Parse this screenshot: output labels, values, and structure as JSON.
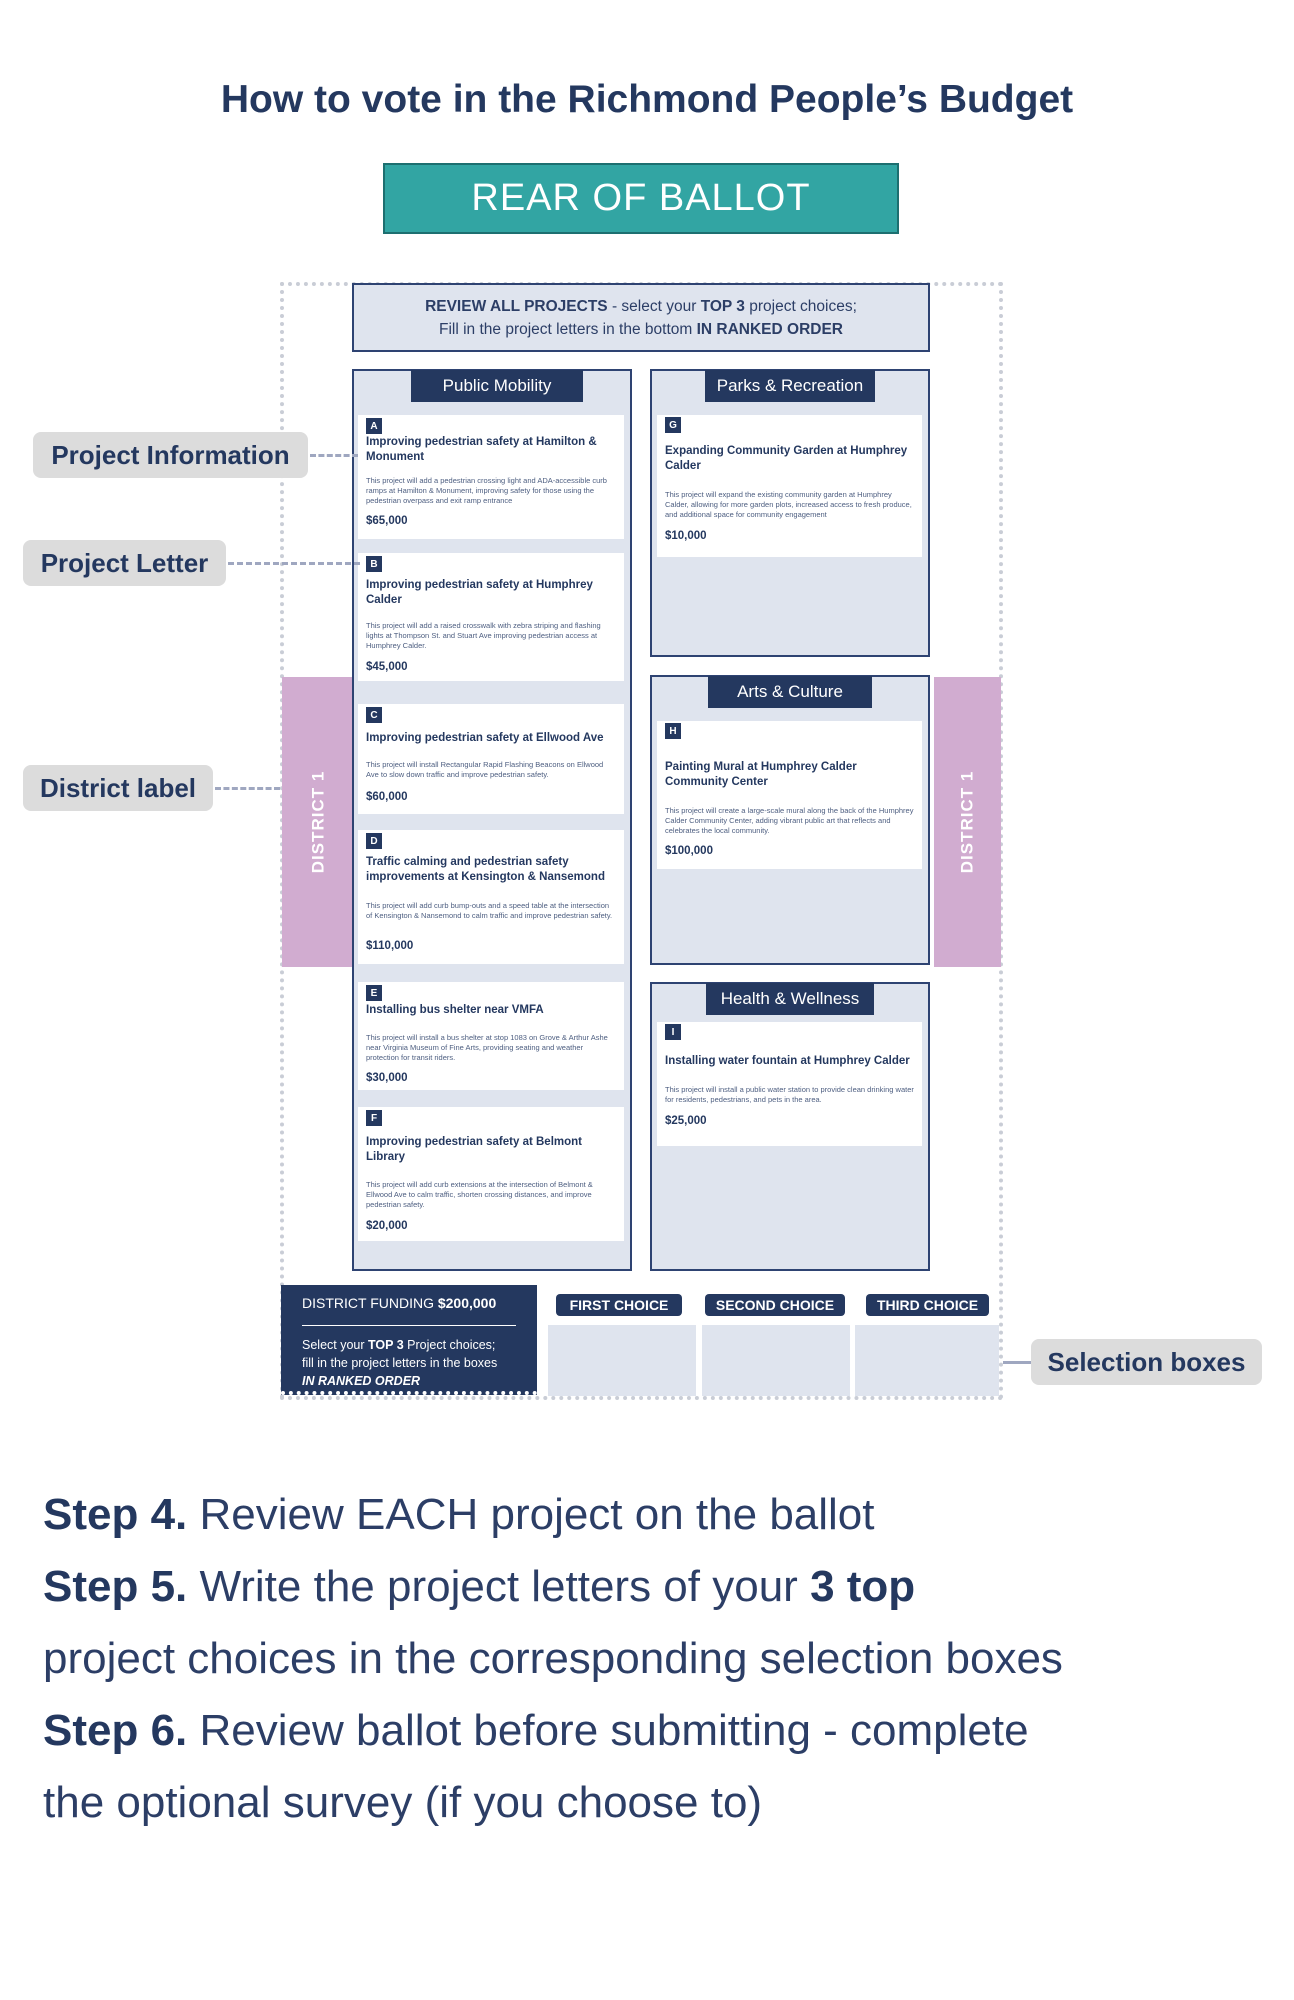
{
  "title": "How to vote in the Richmond People’s Budget",
  "banner": "REAR OF BALLOT",
  "instructions": {
    "line1_bold1": "REVIEW ALL PROJECTS",
    "line1_text": " - select your ",
    "line1_bold2": "TOP 3",
    "line1_text2": " project choices;",
    "line2_text": "Fill in the project letters in the bottom ",
    "line2_bold": "IN RANKED ORDER"
  },
  "district_label": "DISTRICT 1",
  "categories": {
    "public_mobility": "Public Mobility",
    "parks": "Parks & Recreation",
    "arts": "Arts & Culture",
    "health": "Health & Wellness"
  },
  "projects": {
    "A": {
      "letter": "A",
      "title": "Improving pedestrian safety at Hamilton & Monument",
      "desc": "This project will add a pedestrian crossing light and ADA-accessible curb ramps at Hamilton & Monument, improving safety for those using the pedestrian overpass and exit ramp entrance",
      "cost": "$65,000"
    },
    "B": {
      "letter": "B",
      "title": "Improving pedestrian safety at Humphrey Calder",
      "desc": "This project will add a raised crosswalk with zebra striping and flashing lights at Thompson St. and Stuart Ave improving pedestrian access at Humphrey Calder.",
      "cost": "$45,000"
    },
    "C": {
      "letter": "C",
      "title": "Improving pedestrian safety at Ellwood Ave",
      "desc": "This project will install Rectangular Rapid Flashing Beacons on Ellwood Ave to slow down traffic and improve pedestrian safety.",
      "cost": "$60,000"
    },
    "D": {
      "letter": "D",
      "title": "Traffic calming and pedestrian safety improvements at Kensington & Nansemond",
      "desc": "This project will add curb bump-outs and a speed table at the intersection of Kensington & Nansemond to calm traffic and improve pedestrian safety.",
      "cost": "$110,000"
    },
    "E": {
      "letter": "E",
      "title": "Installing bus shelter near VMFA",
      "desc": "This project will install a bus shelter at stop 1083 on Grove & Arthur Ashe near Virginia Museum of Fine Arts, providing seating and weather protection for transit riders.",
      "cost": "$30,000"
    },
    "F": {
      "letter": "F",
      "title": "Improving pedestrian safety at Belmont Library",
      "desc": "This project will add curb extensions at the intersection of Belmont & Ellwood Ave to calm traffic, shorten crossing distances, and improve pedestrian safety.",
      "cost": "$20,000"
    },
    "G": {
      "letter": "G",
      "title": "Expanding Community Garden at Humphrey Calder",
      "desc": "This project will expand the existing community garden at Humphrey Calder, allowing for more garden plots, increased access to fresh produce, and additional space for community engagement",
      "cost": "$10,000"
    },
    "H": {
      "letter": "H",
      "title": "Painting Mural at Humphrey Calder Community Center",
      "desc": "This project will create a large-scale mural along the back of the Humphrey Calder Community Center, adding vibrant public art that reflects and celebrates the local community.",
      "cost": "$100,000"
    },
    "I": {
      "letter": "I",
      "title": "Installing water fountain at Humphrey Calder",
      "desc": "This project will install a public water station to provide clean drinking water for residents, pedestrians, and pets in the area.",
      "cost": "$25,000"
    }
  },
  "funding": {
    "label": "DISTRICT FUNDING ",
    "amount": "$200,000",
    "select_text": "Select your ",
    "select_bold": "TOP 3",
    "select_text2": " Project choices;",
    "line2": "fill in the project letters in the boxes",
    "line3": "IN RANKED ORDER"
  },
  "choices": {
    "first": "FIRST CHOICE",
    "second": "SECOND CHOICE",
    "third": "THIRD CHOICE"
  },
  "callouts": {
    "project_information": "Project Information",
    "project_letter": "Project Letter",
    "district_label": "District label",
    "selection_boxes": "Selection boxes"
  },
  "steps": {
    "s4_label": "Step 4.",
    "s4_text": " Review EACH project on the ballot",
    "s5_label": "Step 5.",
    "s5_text": " Write the project letters of your ",
    "s5_bold": "3 top",
    "s5_line2": "project choices in the corresponding selection boxes",
    "s6_label": "Step 6.",
    "s6_text": " Review ballot before submitting - complete",
    "s6_line2": "the optional survey (if you choose to)"
  },
  "colors": {
    "navy": "#24385f",
    "teal": "#32a5a3",
    "district": "#d1acd0",
    "panel": "#dfe4ee"
  }
}
